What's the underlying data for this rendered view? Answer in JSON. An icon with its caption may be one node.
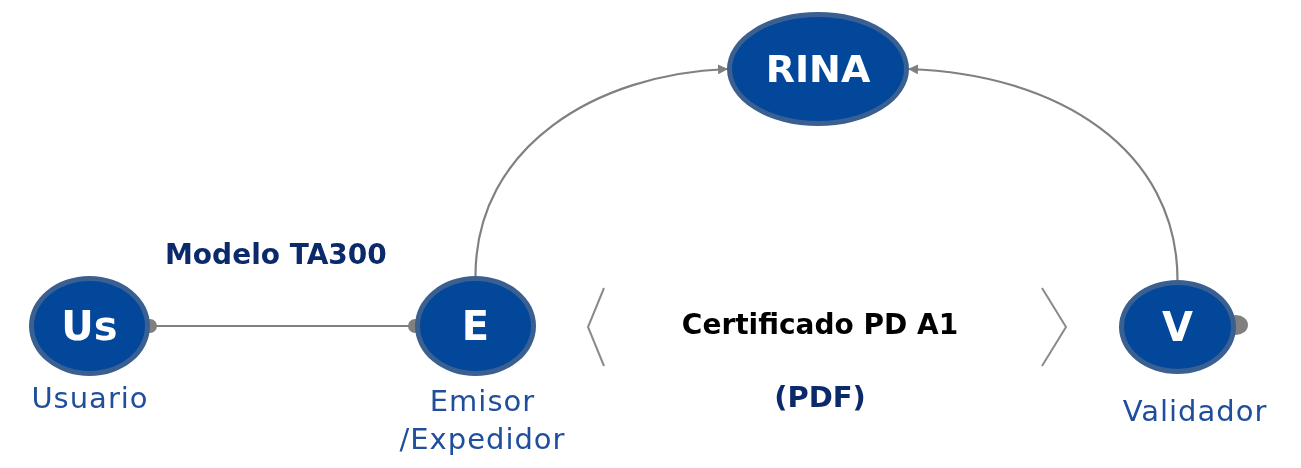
{
  "diagram": {
    "nodes": [
      {
        "text": [
          "RINA"
        ]
      },
      {
        "text": [
          "Us"
        ],
        "beside": [
          "Usuario"
        ]
      },
      {
        "text": [
          "E"
        ],
        "beside": [
          "Emisor /Expedidor"
        ]
      },
      {
        "text": [
          "V"
        ],
        "beside": [
          "Validador"
        ]
      }
    ],
    "edges": [
      {
        "from": 1,
        "to": 2,
        "arrow": "other",
        "label": "Modelo TA300"
      },
      {
        "from": 2,
        "to": 0,
        "arrow": "to"
      },
      {
        "from": 3,
        "to": 0,
        "arrow": "to"
      }
    ],
    "labels": [
      "Certificado PD A1",
      "(PDF)"
    ]
  }
}
